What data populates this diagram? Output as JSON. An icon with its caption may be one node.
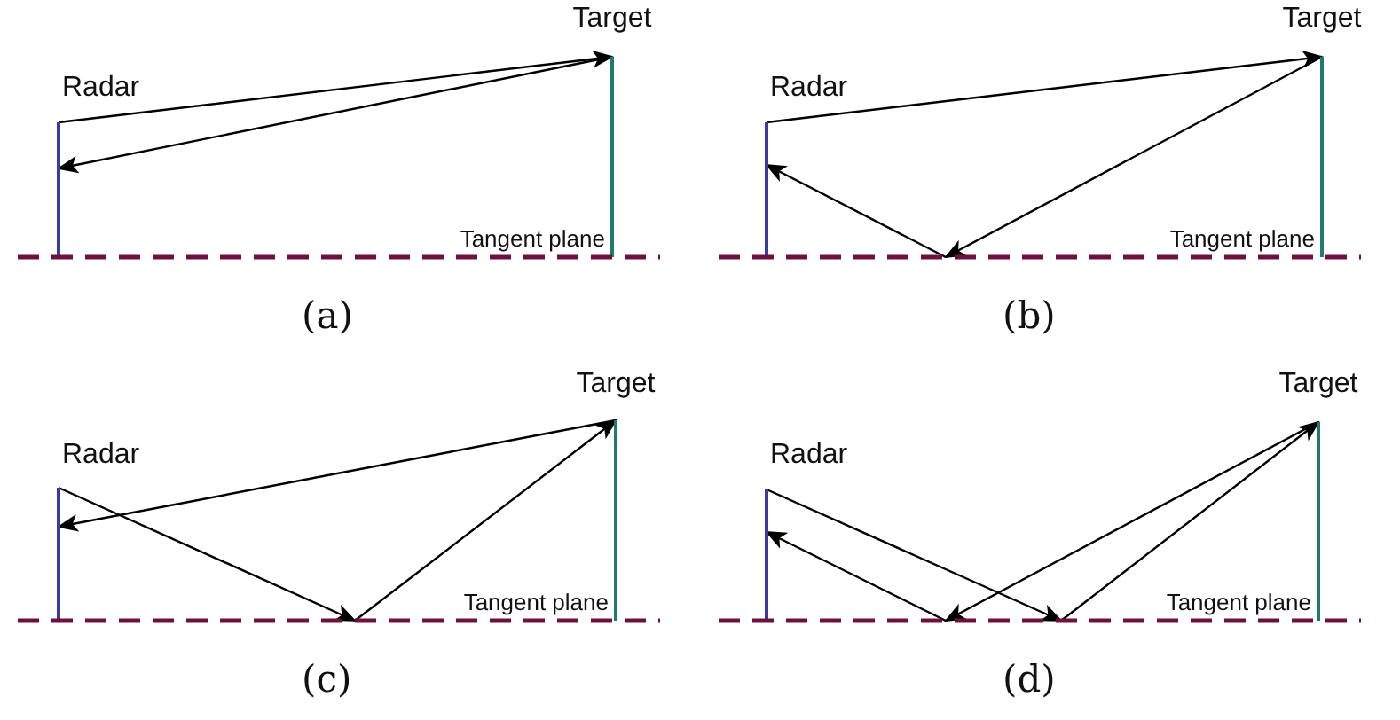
{
  "diagram": {
    "nodes": [
      {
        "text": [
          "Radar"
        ]
      },
      {
        "text": [
          "Target"
        ]
      },
      {
        "text": [
          "Tangent plane"
        ]
      },
      {
        "text": [
          "Radar"
        ]
      },
      {
        "text": [
          "Target"
        ]
      },
      {
        "text": [
          "Tangent plane"
        ]
      },
      {
        "text": [
          "Radar"
        ]
      },
      {
        "text": [
          "Target"
        ]
      },
      {
        "text": [
          "Tangent plane"
        ]
      },
      {
        "text": [
          "Radar"
        ]
      },
      {
        "text": [
          "Target"
        ]
      },
      {
        "text": [
          "Tangent plane"
        ]
      }
    ],
    "edges": [
      {
        "from": 0,
        "to": 1,
        "arrow": "to"
      },
      {
        "from": 1,
        "to": 0,
        "arrow": "to"
      },
      {
        "from": 3,
        "to": 4,
        "arrow": "to"
      },
      {
        "from": 4,
        "to": 5,
        "arrow": "to"
      },
      {
        "from": 5,
        "to": 3,
        "arrow": "to"
      },
      {
        "from": 6,
        "to": 8,
        "arrow": "to"
      },
      {
        "from": 8,
        "to": 7,
        "arrow": "to"
      },
      {
        "from": 7,
        "to": 6,
        "arrow": "to"
      },
      {
        "from": 9,
        "to": 11,
        "arrow": "to"
      },
      {
        "from": 11,
        "to": 10,
        "arrow": "to"
      },
      {
        "from": 10,
        "to": 11,
        "arrow": "to"
      },
      {
        "from": 11,
        "to": 9,
        "arrow": "to"
      }
    ],
    "labels": [
      "(a)",
      "(b)",
      "(c)",
      "(d)"
    ]
  }
}
